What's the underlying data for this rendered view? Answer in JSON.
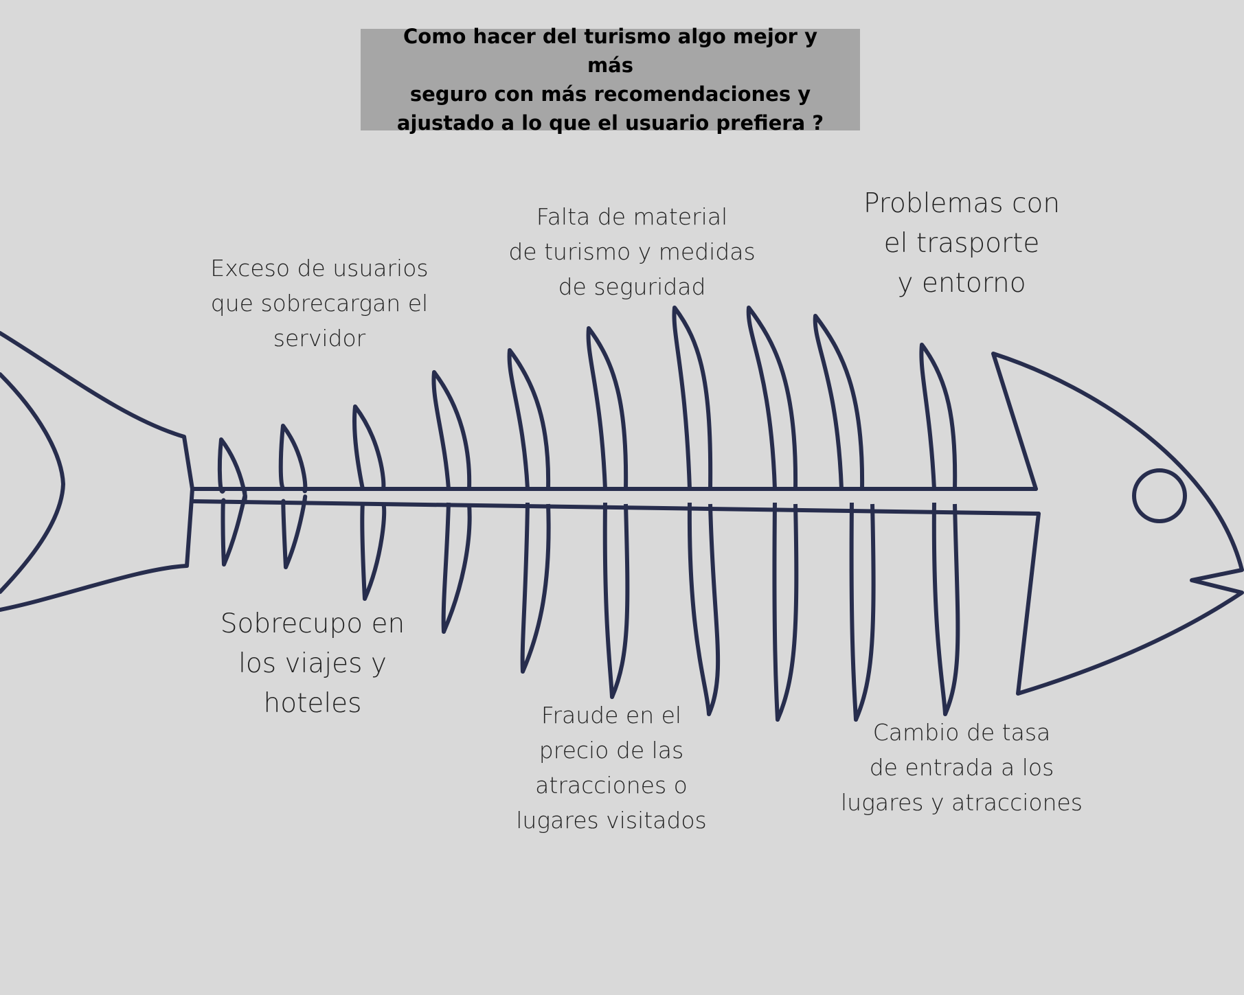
{
  "title": "Como hacer del turismo algo mejor y más\nseguro con más recomendaciones y\najustado a lo que el usuario prefiera ?",
  "causes": {
    "users_overload": "Exceso de usuarios\nque sobrecargan el\nservidor",
    "materials": "Falta de material\nde turismo y medidas\nde seguridad",
    "transport": "Problemas con\nel trasporte\ny entorno",
    "overbooking": "Sobrecupo en\nlos viajes y hoteles",
    "fraud": "Fraude en el\nprecio de las\natracciones o\nlugares visitados",
    "fee_change": "Cambio de tasa\nde entrada a los\nlugares y atracciones"
  },
  "colors": {
    "background": "#d9d9d9",
    "title_box": "#a6a6a6",
    "fish": "#272d4d"
  }
}
